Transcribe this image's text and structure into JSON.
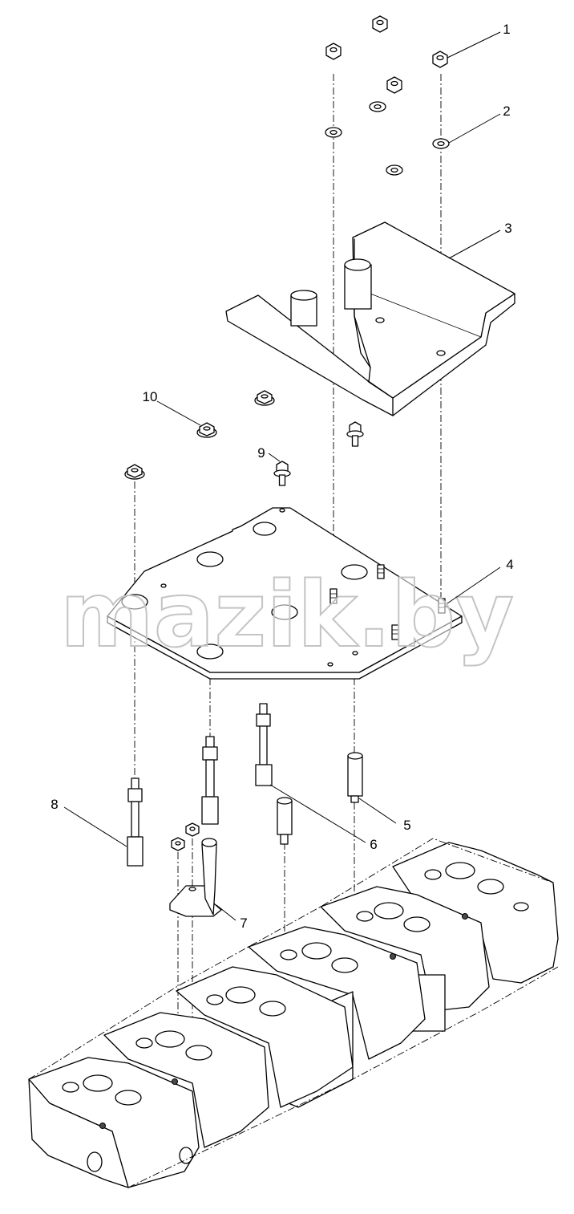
{
  "watermark": "mazik.by",
  "callouts": [
    {
      "id": "1",
      "text": "1"
    },
    {
      "id": "2",
      "text": "2"
    },
    {
      "id": "3",
      "text": "3"
    },
    {
      "id": "4",
      "text": "4"
    },
    {
      "id": "5",
      "text": "5"
    },
    {
      "id": "6",
      "text": "6"
    },
    {
      "id": "7",
      "text": "7"
    },
    {
      "id": "8",
      "text": "8"
    },
    {
      "id": "9",
      "text": "9"
    },
    {
      "id": "10",
      "text": "10"
    }
  ],
  "colors": {
    "line": "#000000",
    "background": "#ffffff",
    "watermark_stroke": "#c4c4c4"
  }
}
